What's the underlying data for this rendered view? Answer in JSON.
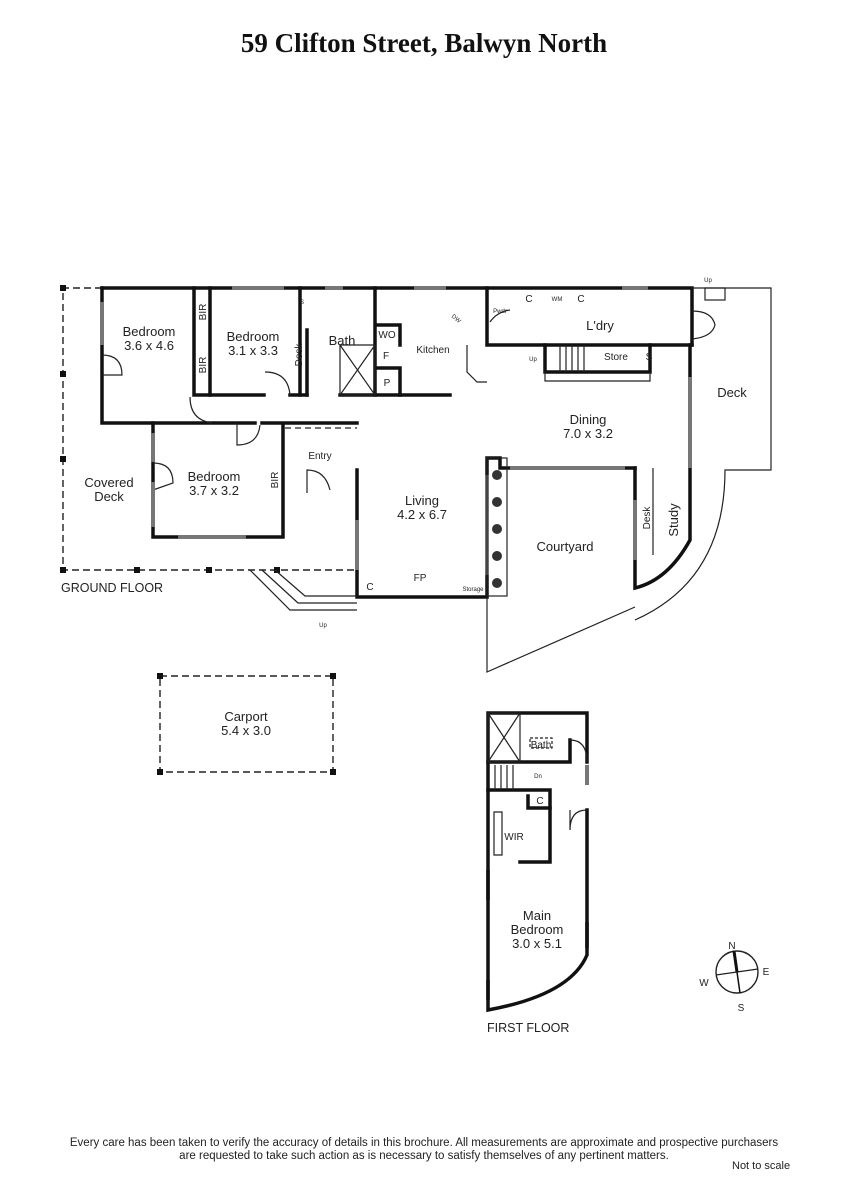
{
  "title": "59 Clifton Street, Balwyn North",
  "ground_floor": {
    "label": "GROUND FLOOR",
    "rooms": {
      "bedroom1": {
        "name": "Bedroom",
        "size": "3.6 x 4.6"
      },
      "bedroom2": {
        "name": "Bedroom",
        "size": "3.1 x 3.3"
      },
      "bedroom3": {
        "name": "Bedroom",
        "size": "3.7 x 3.2"
      },
      "bath": "Bath",
      "kitchen": "Kitchen",
      "covered_deck": [
        "Covered",
        "Deck"
      ],
      "entry": "Entry",
      "living": {
        "name": "Living",
        "size": "4.2 x 6.7"
      },
      "dining": {
        "name": "Dining",
        "size": "7.0 x 3.2"
      },
      "laundry": "L'dry",
      "deck": "Deck",
      "courtyard": "Courtyard",
      "study": "Study",
      "store": "Store",
      "powder": "Pwdr"
    },
    "fixtures": {
      "bir": "BIR",
      "desk": "Desk",
      "s": "S",
      "wo": "WO",
      "f": "F",
      "p": "P",
      "dw": "DW",
      "c": "C",
      "wm": "WM",
      "fp": "FP",
      "storage": "Storage",
      "up": "Up"
    }
  },
  "carport": {
    "name": "Carport",
    "size": "5.4 x 3.0"
  },
  "first_floor": {
    "label": "FIRST FLOOR",
    "rooms": {
      "bath": "Bath",
      "dn": "Dn",
      "c": "C",
      "wir": "WIR",
      "main_bedroom": {
        "name": [
          "Main",
          "Bedroom"
        ],
        "size": "3.0 x 5.1"
      }
    }
  },
  "compass": {
    "n": "N",
    "e": "E",
    "s": "S",
    "w": "W"
  },
  "disclaimer": [
    "Every care has been taken to verify the accuracy of details in this brochure.  All measurements are approximate and prospective purchasers",
    "are requested to take such action as is necessary to satisfy themselves of any pertinent matters."
  ],
  "not_to_scale": "Not to scale"
}
